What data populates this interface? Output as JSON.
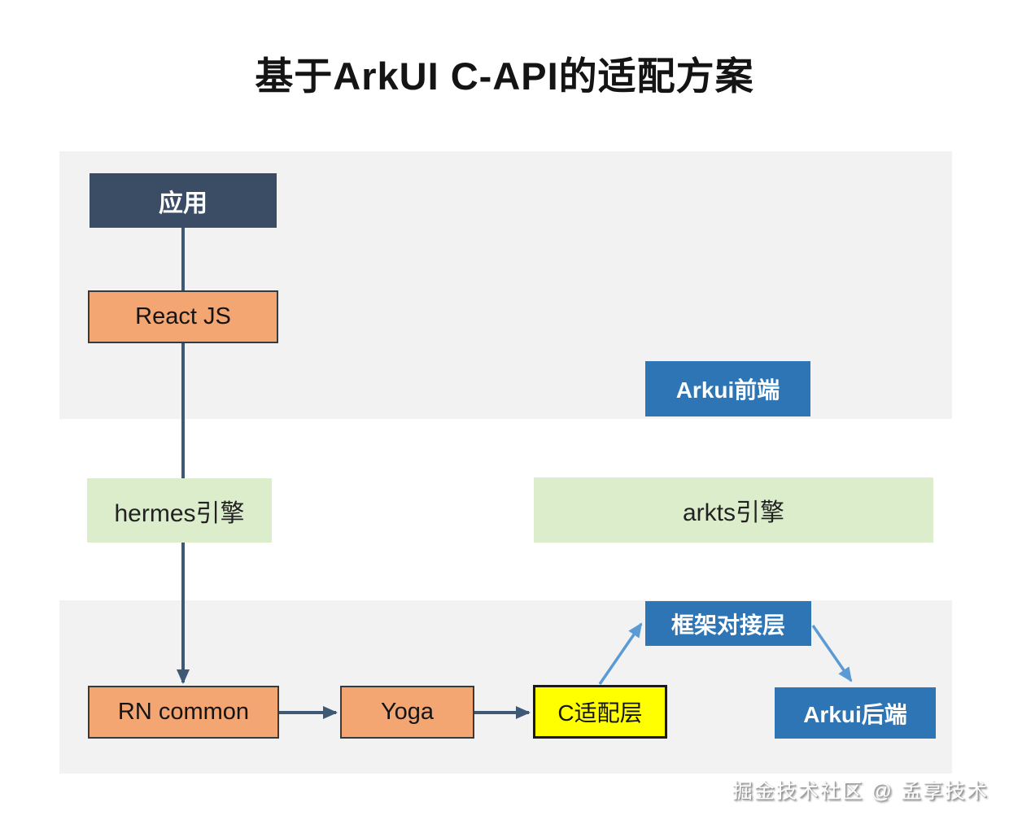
{
  "title": "基于ArkUI C-API的适配方案",
  "nodes": {
    "app": {
      "label": "应用",
      "type": "navy"
    },
    "react_js": {
      "label": "React JS",
      "type": "orange"
    },
    "arkui_frontend": {
      "label": "Arkui前端",
      "type": "blue"
    },
    "hermes_engine": {
      "label": "hermes引擎",
      "type": "green"
    },
    "arkts_engine": {
      "label": "arkts引擎",
      "type": "green"
    },
    "framework_bridge": {
      "label": "框架对接层",
      "type": "blue"
    },
    "rn_common": {
      "label": "RN common",
      "type": "orange"
    },
    "yoga": {
      "label": "Yoga",
      "type": "orange"
    },
    "c_adapter": {
      "label": "C适配层",
      "type": "yellow"
    },
    "arkui_backend": {
      "label": "Arkui后端",
      "type": "blue"
    }
  },
  "edges": [
    {
      "from": "app",
      "to": "react_js",
      "style": "plain-line"
    },
    {
      "from": "react_js",
      "to": "hermes_engine",
      "style": "plain-line"
    },
    {
      "from": "hermes_engine",
      "to": "rn_common",
      "style": "dark-arrow"
    },
    {
      "from": "rn_common",
      "to": "yoga",
      "style": "dark-arrow"
    },
    {
      "from": "yoga",
      "to": "c_adapter",
      "style": "dark-arrow"
    },
    {
      "from": "c_adapter",
      "to": "framework_bridge",
      "style": "light-blue-arrow"
    },
    {
      "from": "framework_bridge",
      "to": "arkui_backend",
      "style": "light-blue-arrow"
    }
  ],
  "watermark": "掘金技术社区 @ 孟享技术",
  "colors": {
    "band_background": "#F2F2F2",
    "navy_node": "#3A4D64",
    "orange_node": "#F3A671",
    "blue_node": "#2E75B6",
    "green_node": "#DCEDCC",
    "yellow_node": "#FFFF00",
    "dark_connector": "#3F5876",
    "light_connector": "#5B9BD5"
  }
}
